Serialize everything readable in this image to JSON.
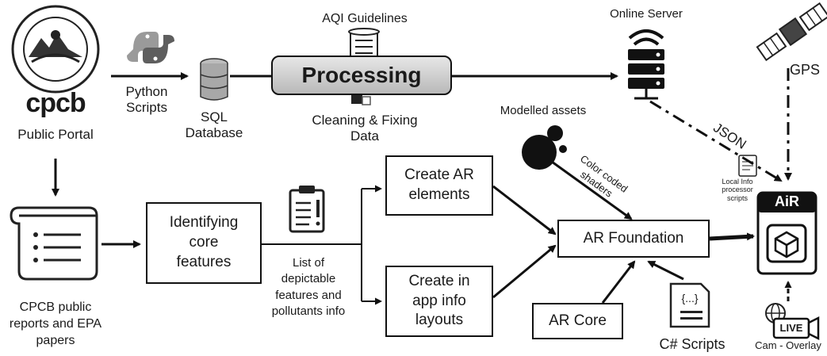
{
  "nodes": {
    "cpcb_logo": "cpcb",
    "public_portal": "Public Portal",
    "python_scripts": "Python\nScripts",
    "sql_database": "SQL\nDatabase",
    "aqi_guidelines": "AQI Guidelines",
    "processing": "Processing",
    "cleaning_fixing": "Cleaning & Fixing\nData",
    "online_server": "Online Server",
    "gps": "GPS",
    "json": "JSON",
    "modelled_assets": "Modelled assets",
    "color_coded_shaders": "Color coded\nshaders",
    "local_info_processor": "Local  Info\nprocessor\nscripts",
    "air_app": "AiR",
    "cpcb_reports": "CPCB public\nreports and EPA\npapers",
    "identifying_core": "Identifying\ncore\nfeatures",
    "list_depictable": "List of\ndepictable\nfeatures and\npollutants info",
    "create_ar_elements": "Create AR\nelements",
    "create_app_info": "Create in\napp info\nlayouts",
    "ar_foundation": "AR Foundation",
    "ar_core": "AR Core",
    "csharp_scripts": "C# Scripts",
    "live": "LIVE",
    "cam_overlay": "Cam - Overlay",
    "code_braces": "{...}"
  },
  "icons": [
    "python-logo-icon",
    "database-icon",
    "scroll-icon",
    "puzzle-icon",
    "server-icon",
    "satellite-icon",
    "clipboard-icon",
    "code-file-icon",
    "ar-cube-icon",
    "live-camera-icon",
    "spheres-icon"
  ]
}
